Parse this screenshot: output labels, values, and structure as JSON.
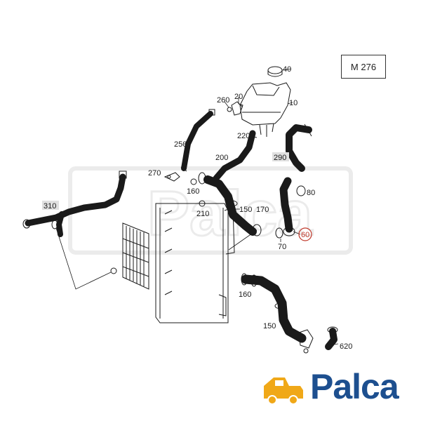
{
  "model_label": "M 276",
  "brand": {
    "logo_text": "Palca",
    "logo_color": "#1d4f8f",
    "accent_color": "#f0a818"
  },
  "highlight_color": "#c0392b",
  "part_numbers": {
    "p40": "40",
    "p20": "20",
    "p260": "260",
    "p10": "10",
    "p220": "220",
    "p250": "250",
    "p200": "200",
    "p290": "290",
    "p270": "270",
    "p160a": "160",
    "p80": "80",
    "p210": "210",
    "p310": "310",
    "p150a": "150",
    "p170": "170",
    "p70": "70",
    "p60": "60",
    "p160b": "160",
    "p150b": "150",
    "p620": "620"
  },
  "highlighted_part": "60"
}
